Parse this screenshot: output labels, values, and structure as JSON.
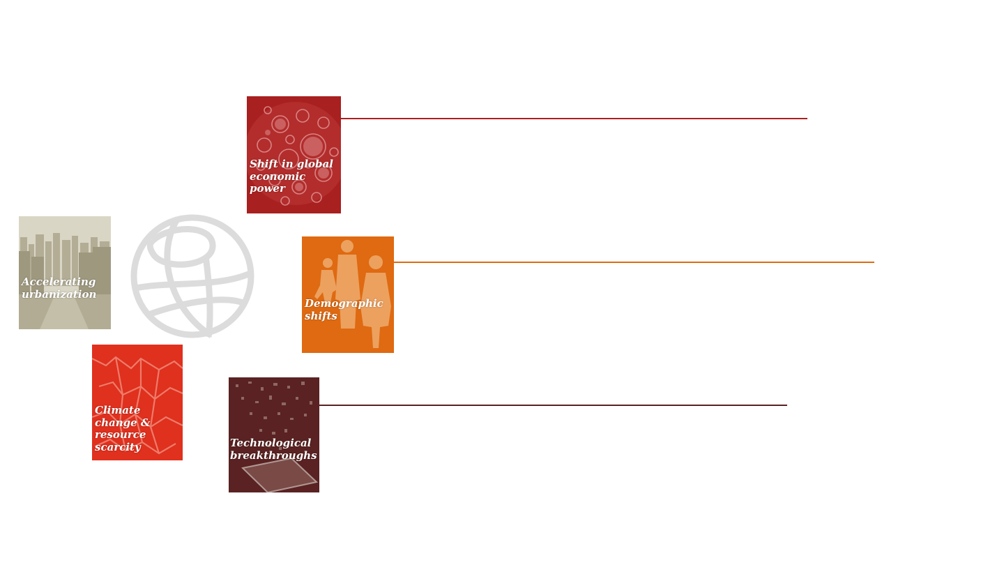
{
  "tiles": {
    "urbanization": {
      "label": "Accelerating\nurbanization",
      "color": "#c9c4b0"
    },
    "economic": {
      "label": "Shift in global\neconomic\npower",
      "color": "#a8201f",
      "line_color": "#a8201f"
    },
    "demographic": {
      "label": "Demographic\nshifts",
      "color": "#df6a11",
      "line_color": "#df6a11"
    },
    "climate": {
      "label": "Climate\nchange &\nresource\nscarcity",
      "color": "#e0301e"
    },
    "technology": {
      "label": "Technological\nbreakthroughs",
      "color": "#5a2222",
      "line_color": "#5a2222"
    }
  },
  "globe": {
    "icon": "globe-icon",
    "color": "#dcdcdc"
  }
}
